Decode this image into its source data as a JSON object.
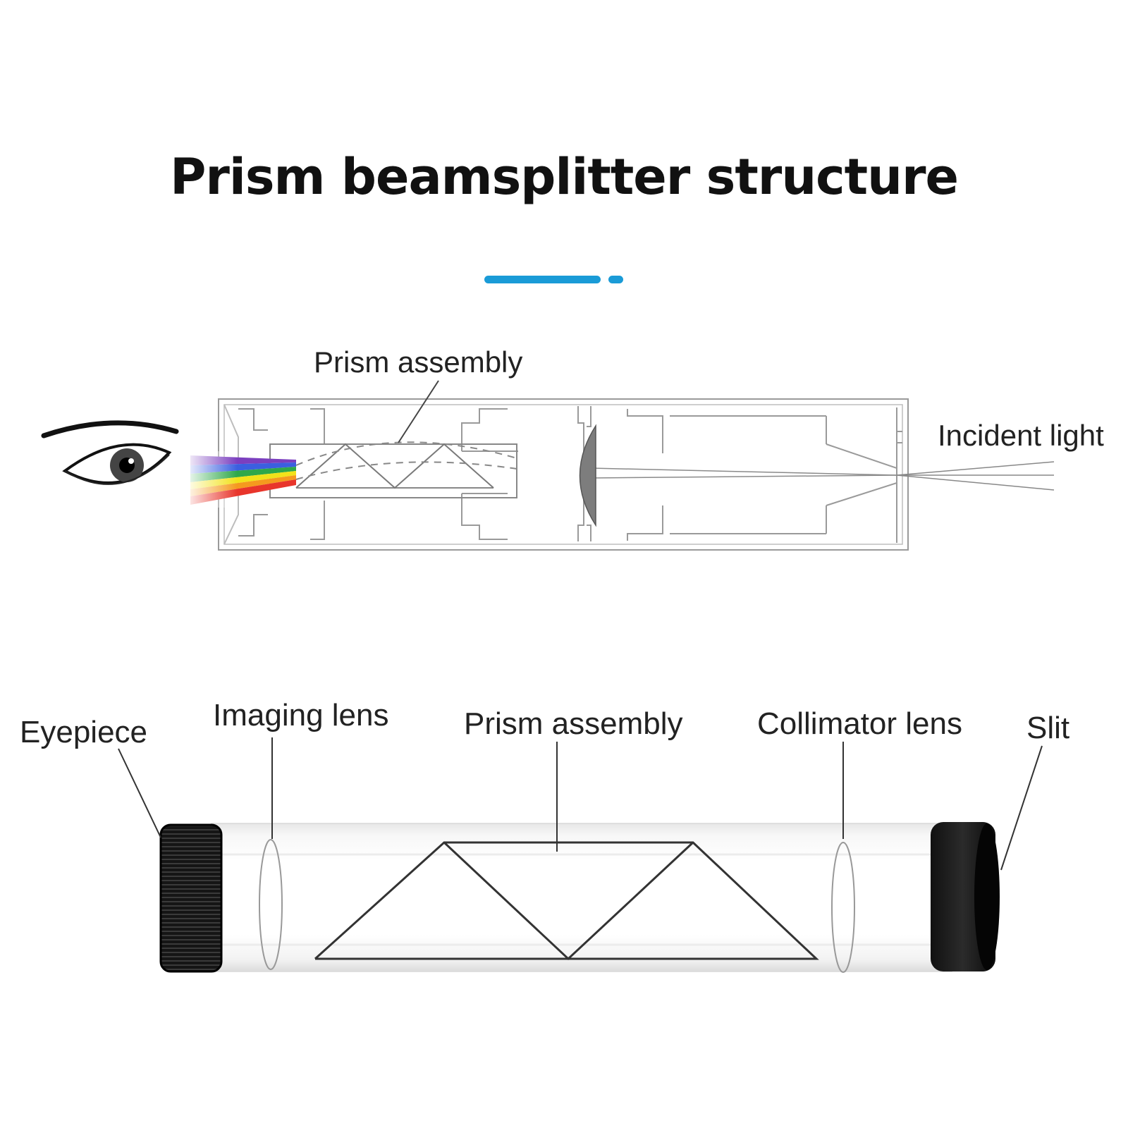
{
  "title": "Prism beamsplitter structure",
  "accent_color": "#1a9bd7",
  "top_diagram": {
    "label_prism_assembly": "Prism assembly",
    "label_incident_light": "Incident light",
    "eye_icon": "eye-icon",
    "spectrum_colors": [
      "#7b3fbf",
      "#3b5fe0",
      "#2fa84a",
      "#f2e21a",
      "#f59a1e",
      "#e8352b"
    ]
  },
  "bottom_diagram": {
    "label_eyepiece": "Eyepiece",
    "label_imaging_lens": "Imaging lens",
    "label_prism_assembly": "Prism assembly",
    "label_collimator_lens": "Collimator lens",
    "label_slit": "Slit"
  }
}
